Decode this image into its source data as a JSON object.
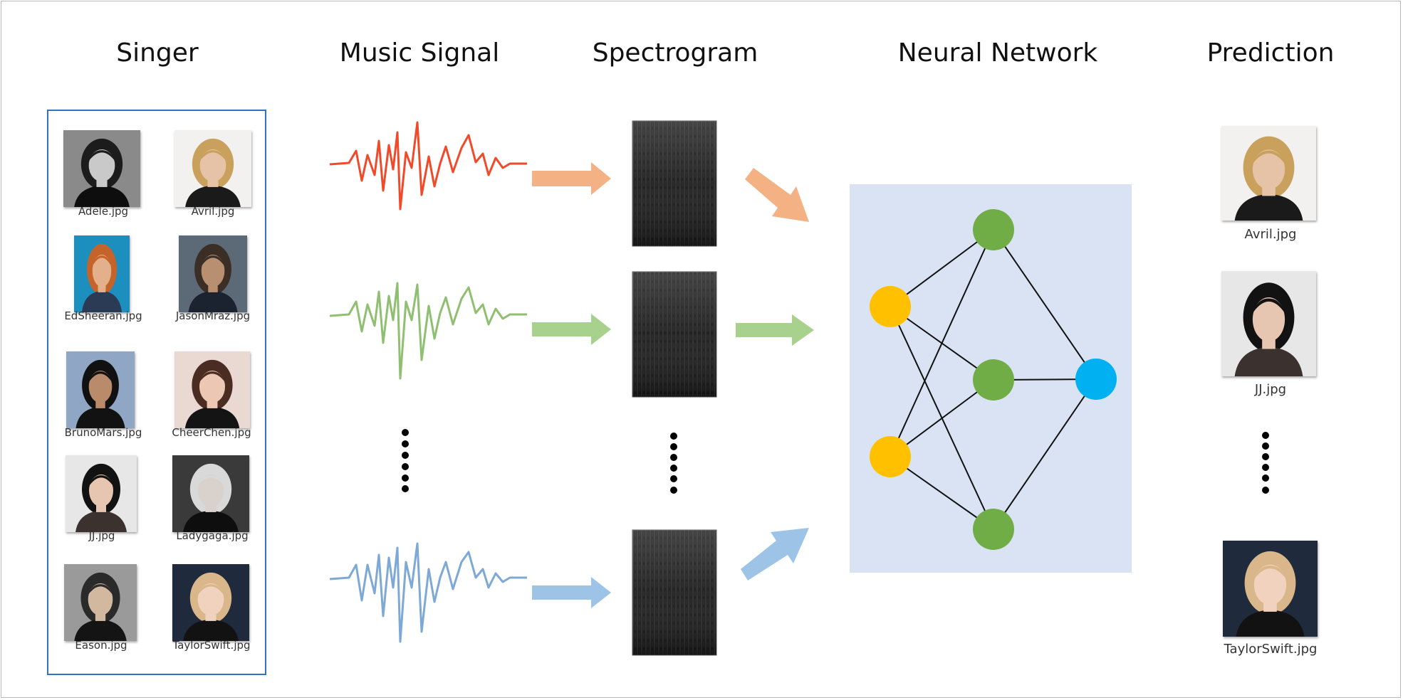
{
  "columns": {
    "singer": "Singer",
    "music_signal": "Music Signal",
    "spectrogram": "Spectrogram",
    "neural_network": "Neural Network",
    "prediction": "Prediction"
  },
  "singers": [
    {
      "file": "Adele.jpg",
      "bg": "#8a8a8a",
      "hair": "#1c1c1c",
      "skin": "#c9c9c9",
      "cloth": "#0e0e0e"
    },
    {
      "file": "Avril.jpg",
      "bg": "#f3f1ef",
      "hair": "#c9a15c",
      "skin": "#e6c3a6",
      "cloth": "#1a1a1a"
    },
    {
      "file": "EdSheeran.jpg",
      "bg": "#1d8fbf",
      "hair": "#c4642a",
      "skin": "#e4b08c",
      "cloth": "#2b3a55"
    },
    {
      "file": "JasonMraz.jpg",
      "bg": "#5c6a78",
      "hair": "#3b2e25",
      "skin": "#b98f72",
      "cloth": "#1b2230"
    },
    {
      "file": "BrunoMars.jpg",
      "bg": "#8fa7c4",
      "hair": "#111111",
      "skin": "#b98b6a",
      "cloth": "#121212"
    },
    {
      "file": "CheerChen.jpg",
      "bg": "#e9d9d2",
      "hair": "#4a2c22",
      "skin": "#ebc7b4",
      "cloth": "#141414"
    },
    {
      "file": "JJ.jpg",
      "bg": "#e7e7e7",
      "hair": "#121212",
      "skin": "#e6c6b0",
      "cloth": "#3b3230"
    },
    {
      "file": "Ladygaga.jpg",
      "bg": "#3a3a3a",
      "hair": "#d9d9d9",
      "skin": "#d8d1cc",
      "cloth": "#0e0e0e"
    },
    {
      "file": "Eason.jpg",
      "bg": "#9a9a9a",
      "hair": "#2a2a2a",
      "skin": "#d3b8a0",
      "cloth": "#141414"
    },
    {
      "file": "TaylorSwift.jpg",
      "bg": "#1f2a3c",
      "hair": "#d9b78a",
      "skin": "#f0d2bf",
      "cloth": "#121212"
    }
  ],
  "predictions": [
    {
      "file": "Avril.jpg",
      "bg": "#f3f1ef",
      "hair": "#c9a15c",
      "skin": "#e6c3a6",
      "cloth": "#1a1a1a"
    },
    {
      "file": "JJ.jpg",
      "bg": "#e7e7e7",
      "hair": "#121212",
      "skin": "#e6c6b0",
      "cloth": "#3b3230"
    },
    {
      "file": "TaylorSwift.jpg",
      "bg": "#1f2a3c",
      "hair": "#d9b78a",
      "skin": "#f0d2bf",
      "cloth": "#121212"
    }
  ],
  "colors": {
    "signal_red": "#f04a2a",
    "signal_green": "#8fbf70",
    "signal_blue": "#7ea8d6",
    "arrow_orange": "#f4b183",
    "arrow_green": "#a9d18e",
    "arrow_blue": "#9dc3e6",
    "nn_panel": "#dae3f3",
    "node_input": "#ffc000",
    "node_hidden": "#70ad47",
    "node_output": "#00b0f0",
    "singer_border": "#2f74c4"
  }
}
